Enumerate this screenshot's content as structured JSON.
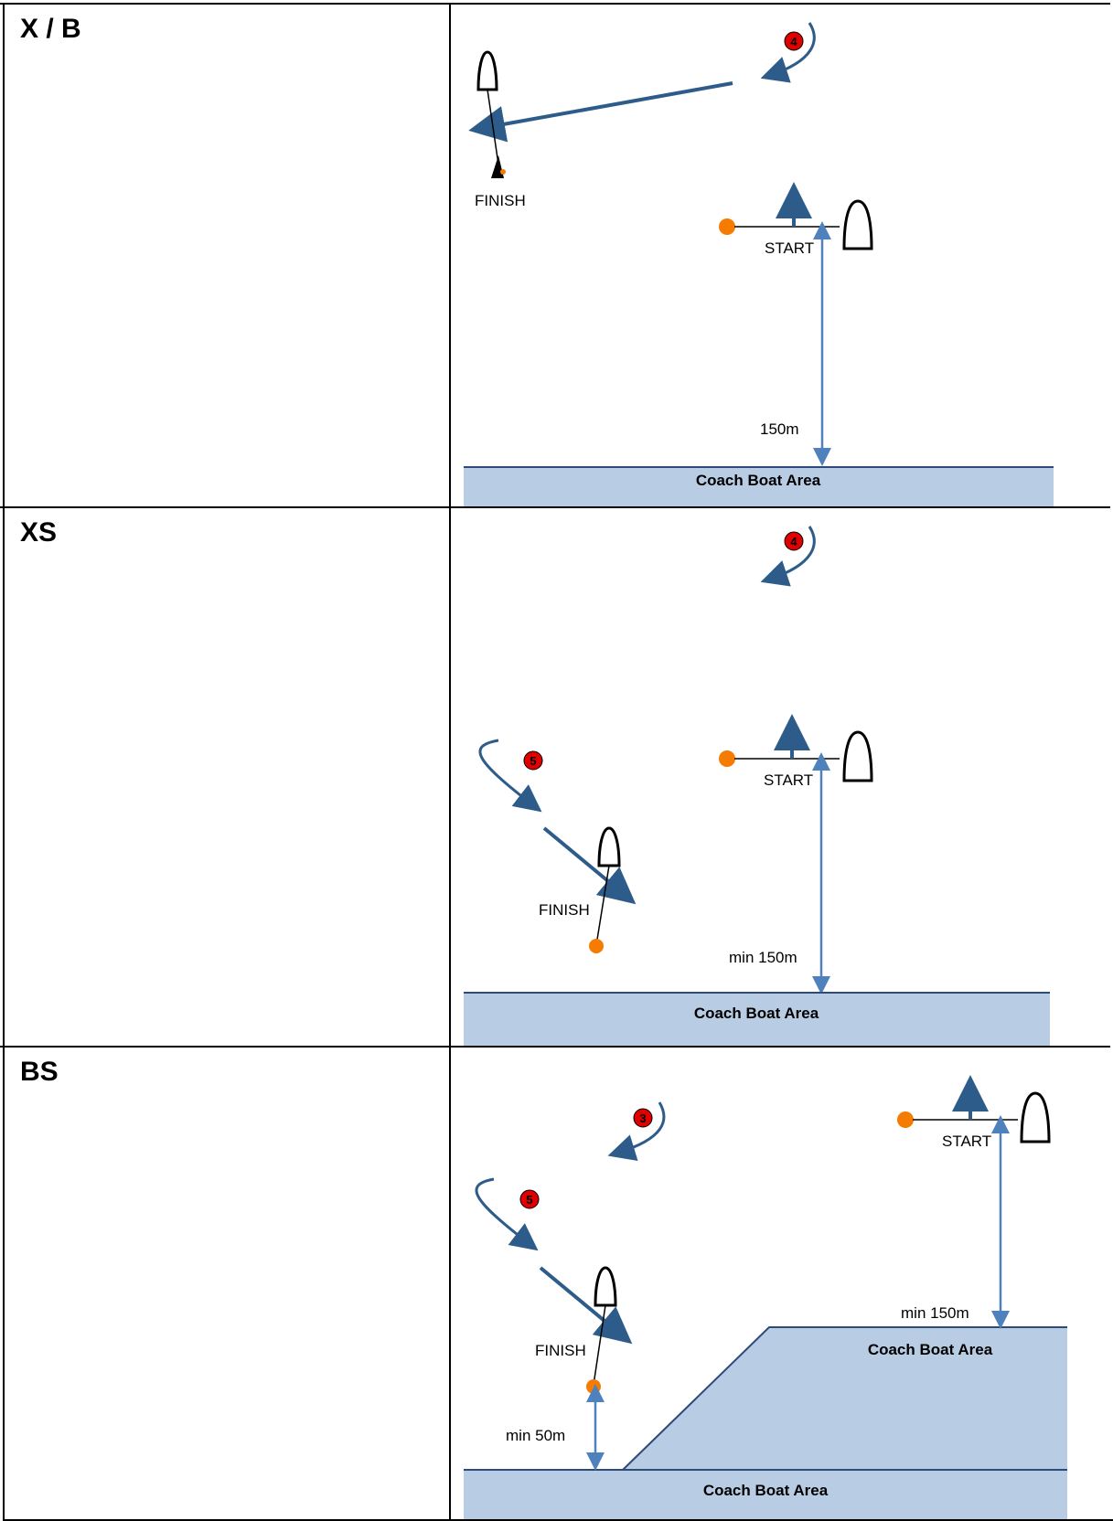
{
  "rows": [
    {
      "label": "X / B",
      "finish_label": "FINISH",
      "start_label": "START",
      "distance_label": "150m",
      "area_label": "Coach Boat Area",
      "mark_numbers": [
        "4"
      ]
    },
    {
      "label": "XS",
      "finish_label": "FINISH",
      "start_label": "START",
      "distance_label": "min 150m",
      "area_label": "Coach Boat Area",
      "mark_numbers": [
        "4",
        "5"
      ]
    },
    {
      "label": "BS",
      "finish_label": "FINISH",
      "start_label": "START",
      "distance_label_start": "min 150m",
      "distance_label_finish": "min 50m",
      "area_label_upper": "Coach Boat Area",
      "area_label_lower": "Coach Boat Area",
      "mark_numbers": [
        "3",
        "5"
      ]
    }
  ],
  "colors": {
    "arrow": "#2e5c8a",
    "mark_orange": "#f57c00",
    "mark_red": "#e00000",
    "area_fill": "#b8cce4",
    "area_edge": "#2e4a7a",
    "distance_arrow": "#4f81bd"
  }
}
